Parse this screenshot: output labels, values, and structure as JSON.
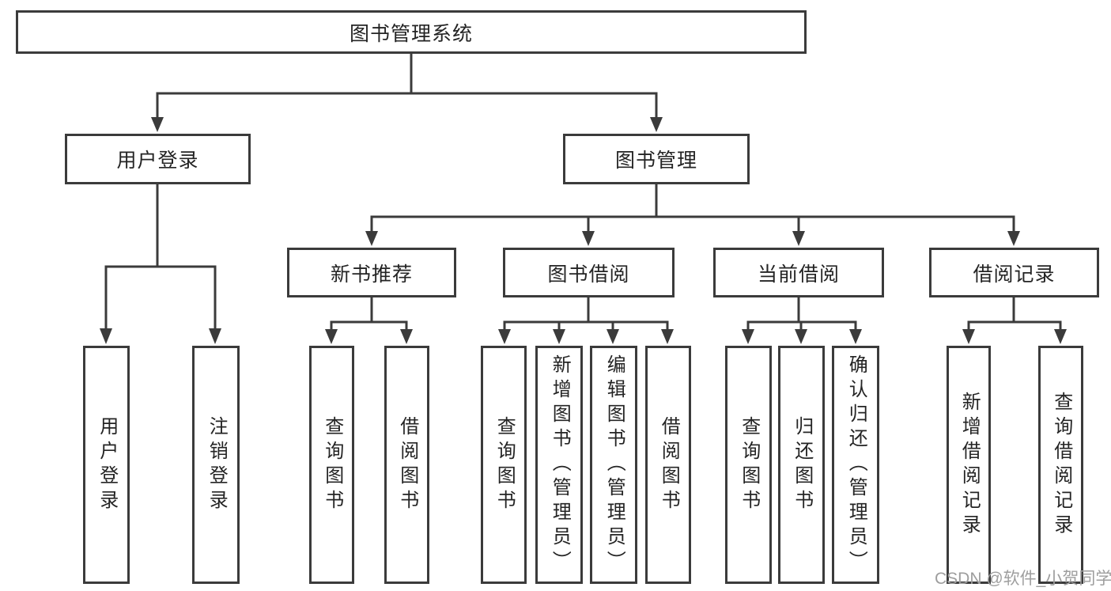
{
  "diagram": {
    "type": "hierarchy-tree",
    "root": {
      "label": "图书管理系统"
    },
    "level2": [
      {
        "label": "用户登录"
      },
      {
        "label": "图书管理"
      }
    ],
    "level3": [
      {
        "label": "新书推荐"
      },
      {
        "label": "图书借阅"
      },
      {
        "label": "当前借阅"
      },
      {
        "label": "借阅记录"
      }
    ],
    "leaves": {
      "user_login": [
        {
          "label": "用户登录"
        },
        {
          "label": "注销登录"
        }
      ],
      "new_book_recommend": [
        {
          "label": "查询图书"
        },
        {
          "label": "借阅图书"
        }
      ],
      "book_borrow": [
        {
          "label": "查询图书"
        },
        {
          "label": "新增图书（管理员）"
        },
        {
          "label": "编辑图书（管理员）"
        },
        {
          "label": "借阅图书"
        }
      ],
      "current_borrow": [
        {
          "label": "查询图书"
        },
        {
          "label": "归还图书"
        },
        {
          "label": "确认归还（管理员）"
        }
      ],
      "borrow_record": [
        {
          "label": "新增借阅记录"
        },
        {
          "label": "查询借阅记录"
        }
      ]
    }
  },
  "watermark": "CSDN @软件_小贺同学",
  "colors": {
    "line": "#3b3b3b",
    "box_border": "#3b3b3b",
    "text": "#242424",
    "watermark": "#9e9e9e",
    "background": "#ffffff"
  }
}
